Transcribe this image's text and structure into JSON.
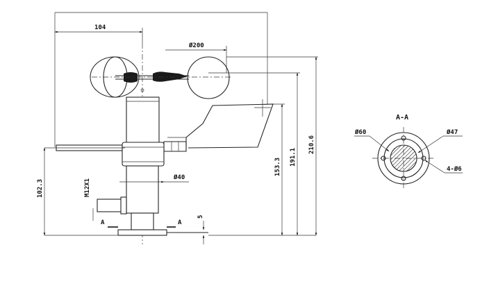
{
  "dimensions": {
    "width_104": "104",
    "cup_dia": "Ø200",
    "height_102": "102.3",
    "height_153": "153.3",
    "height_191": "191.1",
    "height_210": "210.6",
    "thread": "M12X1",
    "shaft_dia": "Ø40",
    "base_5": "5"
  },
  "section": {
    "title": "A-A",
    "marker_left": "A",
    "marker_right": "A",
    "outer_dia": "Ø60",
    "inner_dia": "Ø47",
    "holes": "4-Ø6"
  }
}
